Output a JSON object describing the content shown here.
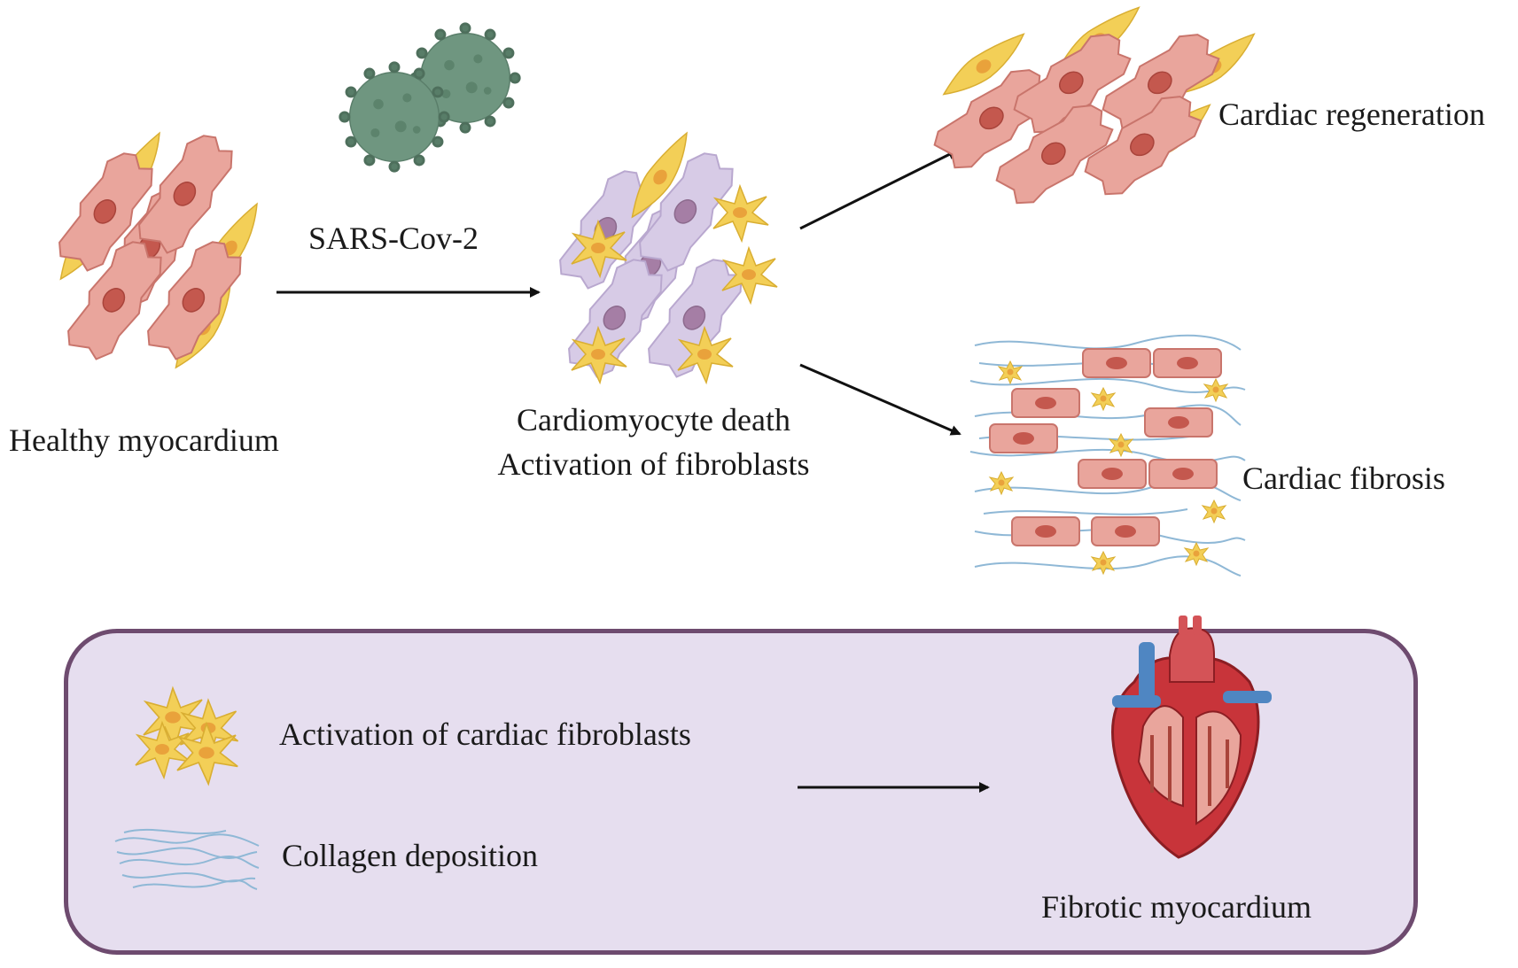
{
  "labels": {
    "healthy": "Healthy myocardium",
    "virus": "SARS-Cov-2",
    "death_line1": "Cardiomyocyte death",
    "death_line2": "Activation of fibroblasts",
    "regeneration": "Cardiac regeneration",
    "fibrosis": "Cardiac fibrosis"
  },
  "legend": {
    "fibroblasts": "Activation of cardiac fibroblasts",
    "collagen": "Collagen deposition",
    "outcome": "Fibrotic myocardium"
  },
  "colors": {
    "cardiomyocyte": "#e9a59c",
    "cardiomyocyte_outline": "#c9756c",
    "nucleus": "#c4584e",
    "fibroblast": "#f3cf57",
    "fibroblast_nucleus": "#e9a23b",
    "dying_cell": "#d7cbe6",
    "dying_nucleus": "#a57ea5",
    "virus": "#6f9680",
    "collagen": "#8fb8d6",
    "panel_fill": "#e6deef",
    "panel_border": "#6e4b6f",
    "heart_red": "#c8343a",
    "heart_blue": "#4f86c2"
  }
}
